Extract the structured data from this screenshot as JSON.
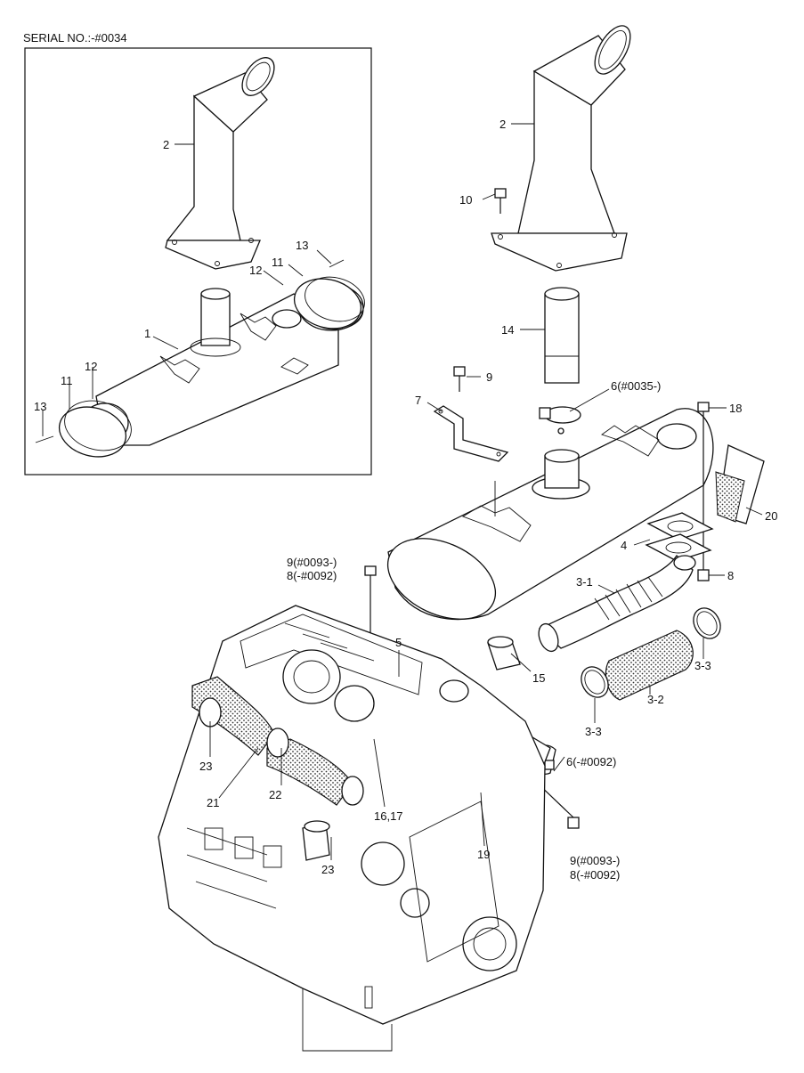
{
  "serial_header": "SERIAL NO.:-#0034",
  "inset_labels": {
    "l2": "2",
    "l13a": "13",
    "l11a": "11",
    "l12a": "12",
    "l1": "1",
    "l12b": "12",
    "l11b": "11",
    "l13b": "13"
  },
  "main_labels": {
    "l2": "2",
    "l10": "10",
    "l14": "14",
    "l9": "9",
    "l7": "7",
    "l6_new": "6(#0035-)",
    "l18": "18",
    "l20": "20",
    "l4": "4",
    "l8a": "8",
    "l3_1": "3-1",
    "l9_8_a1": "9(#0093-)",
    "l9_8_a2": "8(-#0092)",
    "l5": "5",
    "l15": "15",
    "l3_3a": "3-3",
    "l3_2": "3-2",
    "l3_3b": "3-3",
    "l6_old": "6(-#0092)",
    "l23a": "23",
    "l21": "21",
    "l22": "22",
    "l16_17": "16,17",
    "l19": "19",
    "l23b": "23",
    "l9_8_b1": "9(#0093-)",
    "l9_8_b2": "8(-#0092)"
  }
}
